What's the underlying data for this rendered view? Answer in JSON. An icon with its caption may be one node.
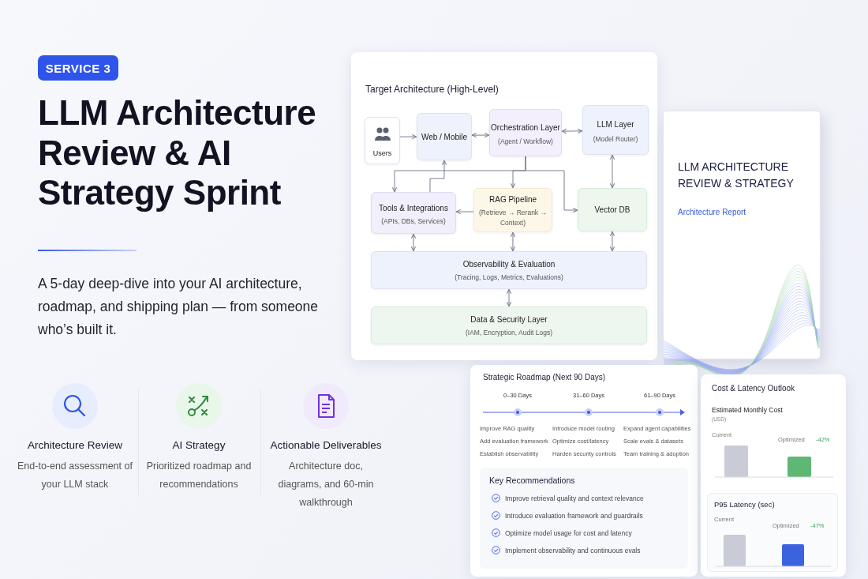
{
  "diagram": {
    "title": "LLM Architecture Review & AI Strategy Sprint",
    "nodes": [
      {
        "text": [
          "SERVICE 3"
        ]
      },
      {
        "text": [
          "Target Architecture (High-Level)"
        ]
      },
      {
        "text": [
          "Users"
        ],
        "in": 1
      },
      {
        "text": [
          "Web / Mobile"
        ],
        "in": 1
      },
      {
        "text": [
          "Orchestration Layer",
          "(Agent / Workflow)"
        ],
        "in": 1
      },
      {
        "text": [
          "LLM Layer",
          "(Model Router)"
        ],
        "in": 1
      },
      {
        "text": [
          "Tools & Integrations",
          "(APIs, DBs, Services)"
        ],
        "in": 1
      },
      {
        "text": [
          "RAG Pipeline",
          "(Retrieve → Rerank → Context)"
        ],
        "in": 1
      },
      {
        "text": [
          "Vector DB"
        ],
        "in": 1
      },
      {
        "text": [
          "Observability & Evaluation",
          "(Tracing, Logs, Metrics, Evaluations)"
        ],
        "in": 1
      },
      {
        "text": [
          "Data & Security Layer",
          "(IAM, Encryption, Audit Logs)"
        ],
        "in": 1
      },
      {
        "text": [
          "LLM ARCHITECTURE REVIEW & STRATEGY",
          "Architecture Report"
        ]
      },
      {
        "text": [
          "Strategic Roadmap (Next 90 Days)"
        ]
      },
      {
        "text": [
          "Key Recommendations"
        ],
        "in": 12
      },
      {
        "text": [
          "Cost & Latency Outlook"
        ]
      },
      {
        "text": [
          "P95 Latency (sec)"
        ],
        "in": 14
      }
    ],
    "edges": [
      {
        "from": 2,
        "to": 3,
        "arrow": "to"
      },
      {
        "from": 3,
        "to": 4,
        "arrow": "both"
      },
      {
        "from": 4,
        "to": 5,
        "arrow": "both"
      },
      {
        "from": 4,
        "to": 6,
        "arrow": "to"
      },
      {
        "from": 4,
        "to": 7,
        "arrow": "to"
      },
      {
        "from": 4,
        "to": 8,
        "arrow": "to"
      },
      {
        "from": 6,
        "to": 3,
        "arrow": "to"
      },
      {
        "from": 7,
        "to": 6,
        "arrow": "to"
      },
      {
        "from": 5,
        "to": 8,
        "arrow": "both"
      },
      {
        "from": 6,
        "to": 9,
        "arrow": "both"
      },
      {
        "from": 7,
        "to": 9,
        "arrow": "both"
      },
      {
        "from": 8,
        "to": 9,
        "arrow": "both"
      },
      {
        "from": 9,
        "to": 10,
        "arrow": "both"
      }
    ],
    "labels": [
      "A 5-day deep-dive into your AI architecture, roadmap, and shipping plan — from someone who’s built it.",
      "Architecture Review",
      "End-to-end assessment of your LLM stack",
      "AI Strategy",
      "Prioritized roadmap and recommendations",
      "Actionable Deliverables",
      "Architecture doc, diagrams, and 60-min walkthrough",
      "0–30 Days",
      "31–60 Days",
      "61–90 Days",
      "Improve RAG quality",
      "Add evaluation framework",
      "Establish observability",
      "Introduce model routing",
      "Optimize cost/latency",
      "Harden security controls",
      "Expand agent capabilities",
      "Scale evals & datasets",
      "Team training & adoption",
      "Improve retrieval quality and context relevance",
      "Introduce evaluation framework and guardrails",
      "Optimize model usage for cost and latency",
      "Implement observability and continuous evals",
      "Estimated Monthly Cost",
      "(USD)",
      "Current",
      "Optimized",
      "-42%",
      "Current",
      "Optimized",
      "-47%"
    ]
  }
}
